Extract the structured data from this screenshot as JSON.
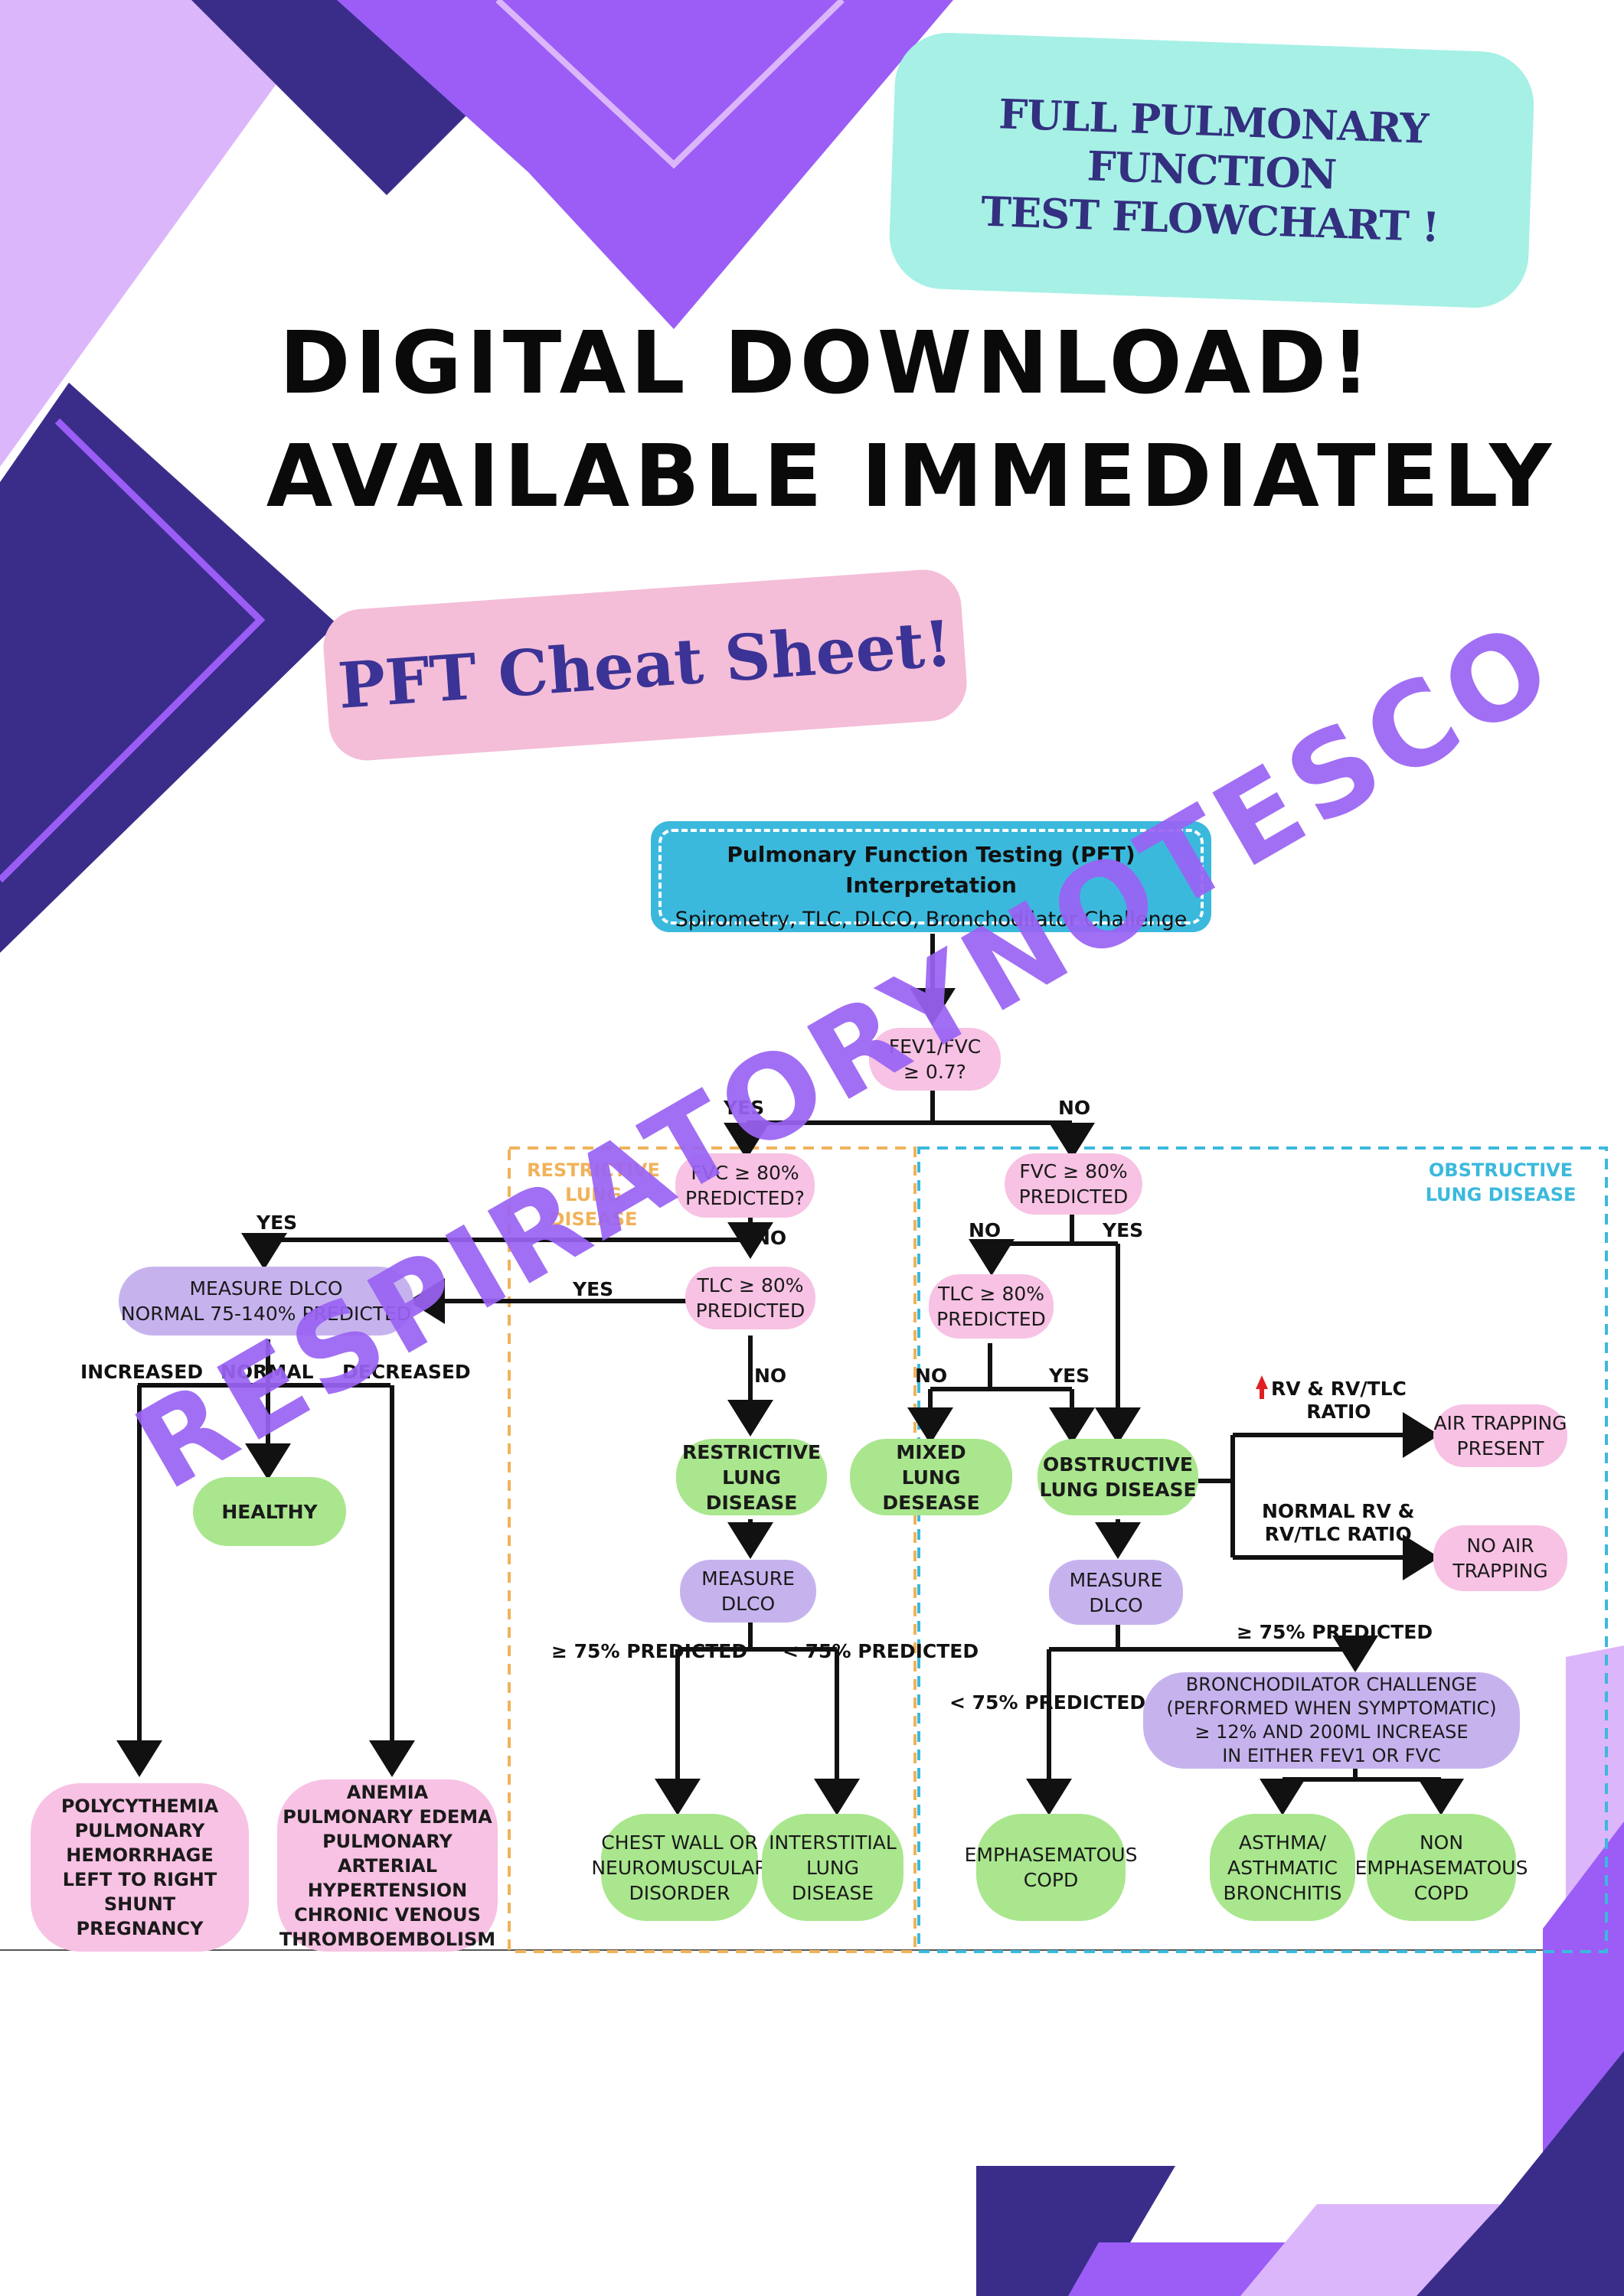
{
  "colors": {
    "light_purple": "#dcb6fa",
    "dark_indigo": "#3a2d8a",
    "bright_purple": "#9b5df6",
    "teal_badge": "#a6f0e6",
    "pink_badge": "#f4bdd8",
    "header_blue": "#3bb9dd",
    "node_pink": "#f7c2e3",
    "node_green": "#a9e68d",
    "node_lavender": "#c6b3ee",
    "restrictive_orange": "#f0b35a",
    "obstructive_blue": "#3bb9dd",
    "watermark_purple": "#9a63f4"
  },
  "header": {
    "badge": "FULL PULMONARY FUNCTION\nTEST FLOWCHART !",
    "line1": "DIGITAL DOWNLOAD!",
    "line2": "AVAILABLE IMMEDIATELY",
    "pill": "PFT Cheat Sheet!"
  },
  "watermark": "RESPIRATORYNOTESCO",
  "flowchart": {
    "top": {
      "title": "Pulmonary Function Testing (PFT)\nInterpretation",
      "subtitle": "Spirometry, TLC, DLCO, Bronchodilator Challenge"
    },
    "regions": {
      "restrictive": "RESTRICTIVE\nLUNG\nDISEASE",
      "obstructive": "OBSTRUCTIVE\nLUNG DISEASE"
    },
    "nodes": {
      "fev1": "FEV1/FVC\n≥ 0.7?",
      "fvc": "FVC ≥ 80%\nPREDICTED?",
      "fvc_right": "FVC ≥ 80%\nPREDICTED",
      "tlc": "TLC ≥ 80%\nPREDICTED",
      "tlc_right": "TLC ≥ 80%\nPREDICTED",
      "dlco_left": "MEASURE DLCO\nNORMAL 75-140% PREDICTED",
      "healthy": "HEALTHY",
      "restrictive": "RESTRICTIVE\nLUNG DISEASE",
      "mixed": "MIXED\nLUNG DESEASE",
      "obstructive": "OBSTRUCTIVE\nLUNG DISEASE",
      "air_trapping": "AIR TRAPPING\nPRESENT",
      "no_air_trapping": "NO AIR\nTRAPPING",
      "dlco_mid": "MEASURE\nDLCO",
      "dlco_right": "MEASURE\nDLCO",
      "bronchodilator": "BRONCHODILATOR CHALLENGE\n(PERFORMED WHEN SYMPTOMATIC)\n≥ 12% AND 200ML INCREASE\nIN EITHER FEV1 OR FVC",
      "polycythemia": "POLYCYTHEMIA\nPULMONARY\nHEMORRHAGE\nLEFT TO RIGHT SHUNT\nPREGNANCY",
      "anemia": "ANEMIA\nPULMONARY EDEMA\nPULMONARY ARTERIAL\nHYPERTENSION\nCHRONIC VENOUS\nTHROMBOEMBOLISM",
      "chest_wall": "CHEST WALL OR\nNEUROMUSCULAR\nDISORDER",
      "interstitial": "INTERSTITIAL\nLUNG\nDISEASE",
      "emphysematous": "EMPHASEMATOUS\nCOPD",
      "asthma": "ASTHMA/\nASTHMATIC\nBRONCHITIS",
      "non_emph": "NON\nEMPHASEMATOUS\nCOPD"
    },
    "labels": {
      "yes1": "YES",
      "no1": "NO",
      "yes_left": "YES",
      "no2": "NO",
      "yes_tlc": "YES",
      "no3": "NO",
      "no_right": "NO",
      "yes_right": "YES",
      "no_tlc_right": "NO",
      "yes_tlc_right": "YES",
      "increased": "INCREASED",
      "normal": "NORMAL",
      "decreased": "DECREASED",
      "rv_up": "RV & RV/TLC\nRATIO",
      "rv_normal": "NORMAL RV &\nRV/TLC RATIO",
      "ge75_mid": "≥ 75% PREDICTED",
      "lt75_mid": "< 75% PREDICTED",
      "ge75_right": "≥ 75% PREDICTED",
      "lt75_right": "< 75% PREDICTED"
    }
  }
}
